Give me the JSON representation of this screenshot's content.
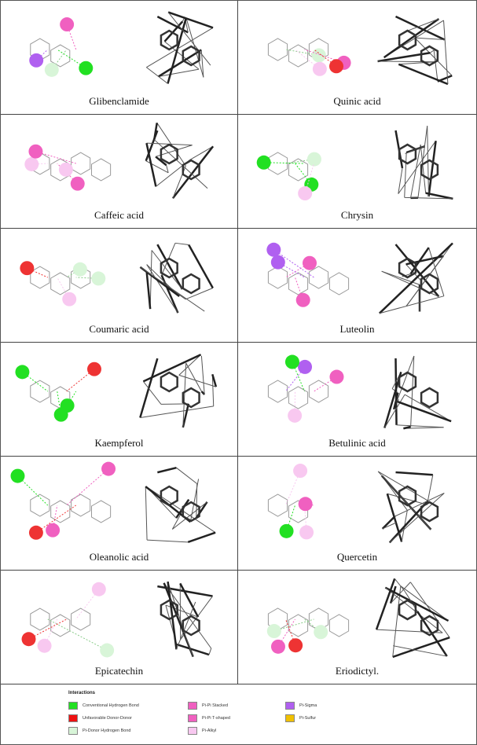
{
  "panels": [
    {
      "name": "Glibenclamide"
    },
    {
      "name": "Quinic acid"
    },
    {
      "name": "Caffeic acid"
    },
    {
      "name": "Chrysin"
    },
    {
      "name": "Coumaric acid"
    },
    {
      "name": "Luteolin"
    },
    {
      "name": "Kaempferol"
    },
    {
      "name": "Betulinic acid"
    },
    {
      "name": "Oleanolic acid"
    },
    {
      "name": "Quercetin"
    },
    {
      "name": "Epicatechin"
    },
    {
      "name": "Eriodictyl."
    }
  ],
  "legend": {
    "title": "Interactions",
    "items": [
      {
        "label": "Conventional Hydrogen Bond",
        "color": "#22e022"
      },
      {
        "label": "Unfavorable Donor-Donor",
        "color": "#ee1111"
      },
      {
        "label": "Pi-Donor Hydrogen Bond",
        "color": "#d8f5d8"
      },
      {
        "label": "Pi-Pi Stacked",
        "color": "#f060c0"
      },
      {
        "label": "Pi-Pi T-shaped",
        "color": "#f060c0"
      },
      {
        "label": "Pi-Alkyl",
        "color": "#f8c8f0"
      },
      {
        "label": "Pi-Sigma",
        "color": "#b060f0"
      },
      {
        "label": "Pi-Sulfur",
        "color": "#f0c000"
      }
    ]
  }
}
